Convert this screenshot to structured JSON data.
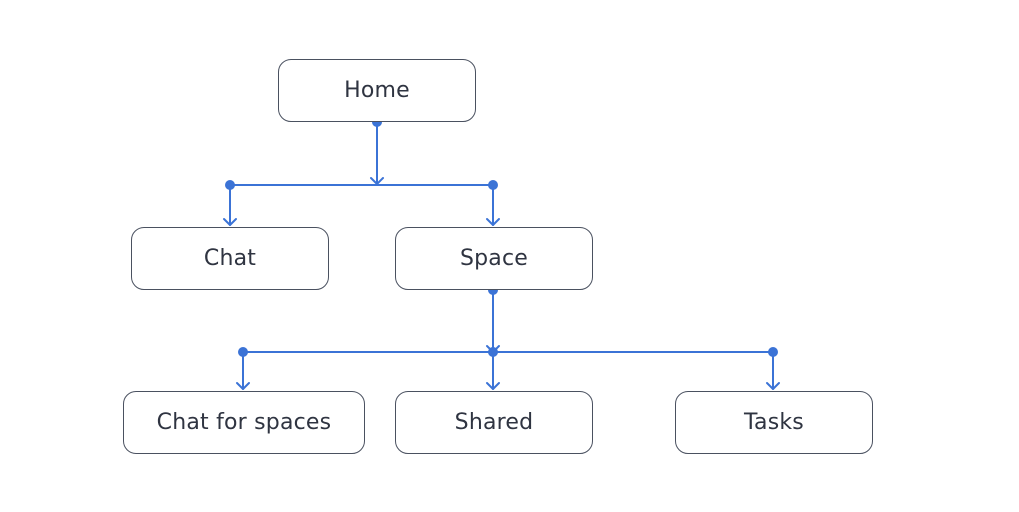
{
  "diagram": {
    "nodes": {
      "home": "Home",
      "chat": "Chat",
      "space": "Space",
      "chat_for_spaces": "Chat for spaces",
      "shared": "Shared",
      "tasks": "Tasks"
    },
    "edges": [
      {
        "from": "home",
        "to": "chat"
      },
      {
        "from": "home",
        "to": "space"
      },
      {
        "from": "space",
        "to": "chat_for_spaces"
      },
      {
        "from": "space",
        "to": "shared"
      },
      {
        "from": "space",
        "to": "tasks"
      }
    ],
    "colors": {
      "connector": "#3b73d6",
      "node_border": "#4a5160",
      "text": "#2f3441",
      "background": "#ffffff"
    }
  }
}
